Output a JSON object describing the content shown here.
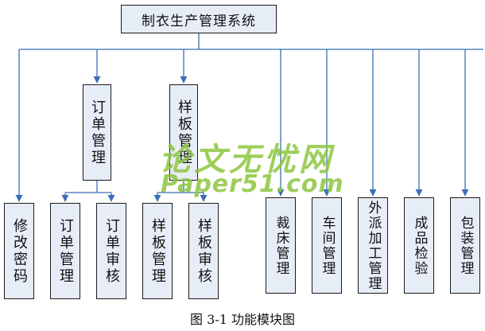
{
  "root": {
    "label": "制衣生产管理系统"
  },
  "groups": {
    "order": {
      "label": "订单管理"
    },
    "sample": {
      "label": "样板管理"
    }
  },
  "modules": {
    "change_password": "修改密码",
    "order_manage": "订单管理",
    "order_review": "订单审核",
    "sample_manage": "样板管理",
    "sample_review": "样板审核",
    "cutting": "裁床管理",
    "workshop": "车间管理",
    "outsourcing": "外派加工管理",
    "inspection": "成品检验",
    "packing": "包装管理"
  },
  "watermark": {
    "line1": "论文无忧网",
    "line2": "Paper51.com"
  },
  "caption": "图 3-1  功能模块图",
  "colors": {
    "connector": "#3a6fb5",
    "box_fill": "#e7edf7",
    "watermark": "#8cc63f"
  }
}
